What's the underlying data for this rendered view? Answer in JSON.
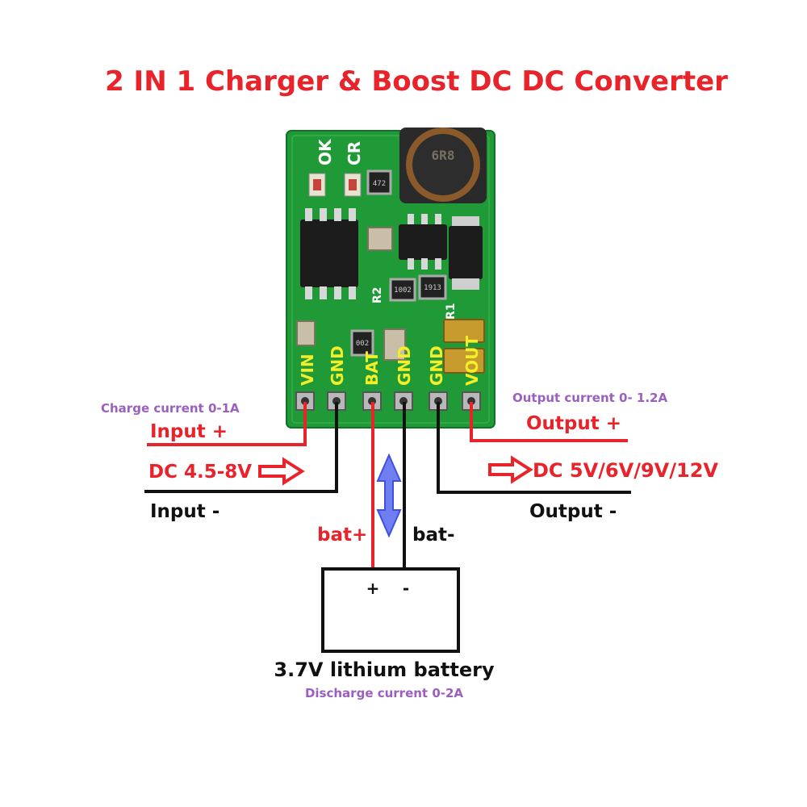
{
  "title": "2 IN 1 Charger & Boost DC DC Converter",
  "board": {
    "pins": [
      "VIN",
      "GND",
      "BAT",
      "GND",
      "GND",
      "VOUT"
    ],
    "silkscreen": {
      "ok": "OK",
      "cr": "CR",
      "r1": "R1",
      "r2": "R2"
    },
    "inductor_marking": "6R8",
    "resistor_markings": [
      "472",
      "1913",
      "1002",
      "002"
    ]
  },
  "labels": {
    "charge_current": "Charge current 0-1A",
    "input_plus": "Input +",
    "input_voltage": "DC 4.5-8V",
    "input_minus": "Input -",
    "output_current": "Output current 0- 1.2A",
    "output_plus": "Output +",
    "output_voltage": "DC 5V/6V/9V/12V",
    "output_minus": "Output -",
    "bat_plus": "bat+",
    "bat_minus": "bat-",
    "terminal_plus": "+",
    "terminal_minus": "-",
    "battery": "3.7V lithium battery",
    "discharge_current": "Discharge current 0-2A"
  },
  "colors": {
    "title_red": "#e8232a",
    "wire_red": "#e8232a",
    "wire_black": "#111111",
    "pcb_green": "#1f9a37",
    "pin_label_yellow": "#f2ef2a",
    "note_purple": "#9b5fc0",
    "arrow_blue": "#3f4fe0"
  }
}
